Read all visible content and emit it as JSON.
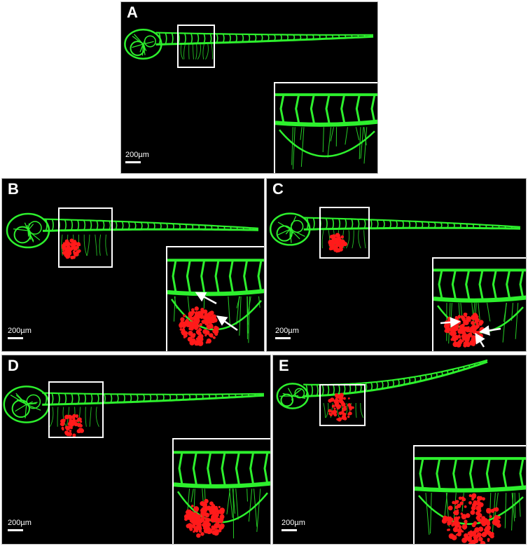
{
  "panels": [
    {
      "label": "A",
      "scale": "200µm",
      "tumor": false,
      "arrows": 0
    },
    {
      "label": "B",
      "scale": "200µm",
      "tumor": true,
      "arrows": 2
    },
    {
      "label": "C",
      "scale": "200µm",
      "tumor": true,
      "arrows": 3
    },
    {
      "label": "D",
      "scale": "200µm",
      "tumor": true,
      "arrows": 0
    },
    {
      "label": "E",
      "scale": "200µm",
      "tumor": true,
      "arrows": 0
    }
  ],
  "colors": {
    "vessel": "#2df02d",
    "tumor": "#ff1a1a",
    "background": "#000000",
    "frame": "#ffffff"
  }
}
